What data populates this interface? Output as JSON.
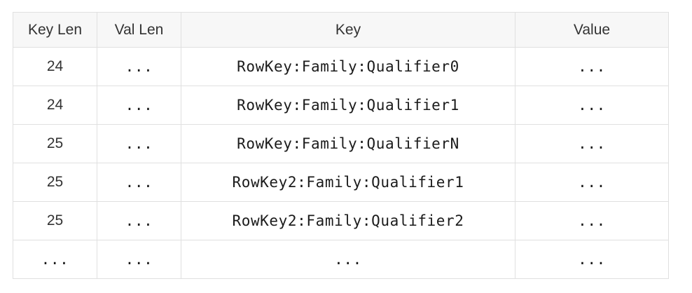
{
  "table": {
    "columns": {
      "key_len": "Key Len",
      "val_len": "Val Len",
      "key": "Key",
      "value": "Value"
    },
    "rows": [
      {
        "key_len": "24",
        "val_len": "...",
        "key": "RowKey:Family:Qualifier0",
        "value": "..."
      },
      {
        "key_len": "24",
        "val_len": "...",
        "key": "RowKey:Family:Qualifier1",
        "value": "..."
      },
      {
        "key_len": "25",
        "val_len": "...",
        "key": "RowKey:Family:QualifierN",
        "value": "..."
      },
      {
        "key_len": "25",
        "val_len": "...",
        "key": "RowKey2:Family:Qualifier1",
        "value": "..."
      },
      {
        "key_len": "25",
        "val_len": "...",
        "key": "RowKey2:Family:Qualifier2",
        "value": "..."
      },
      {
        "key_len": "...",
        "val_len": "...",
        "key": "...",
        "value": "..."
      }
    ],
    "colors": {
      "header_bg": "#f7f7f7",
      "border": "#e0e0e0",
      "text": "#333333",
      "mono_text": "#1b1b1b"
    }
  },
  "chart_data": {
    "type": "table",
    "title": "",
    "columns": [
      "Key Len",
      "Val Len",
      "Key",
      "Value"
    ],
    "rows": [
      [
        "24",
        "...",
        "RowKey:Family:Qualifier0",
        "..."
      ],
      [
        "24",
        "...",
        "RowKey:Family:Qualifier1",
        "..."
      ],
      [
        "25",
        "...",
        "RowKey:Family:QualifierN",
        "..."
      ],
      [
        "25",
        "...",
        "RowKey2:Family:Qualifier1",
        "..."
      ],
      [
        "25",
        "...",
        "RowKey2:Family:Qualifier2",
        "..."
      ],
      [
        "...",
        "...",
        "...",
        "..."
      ]
    ]
  }
}
